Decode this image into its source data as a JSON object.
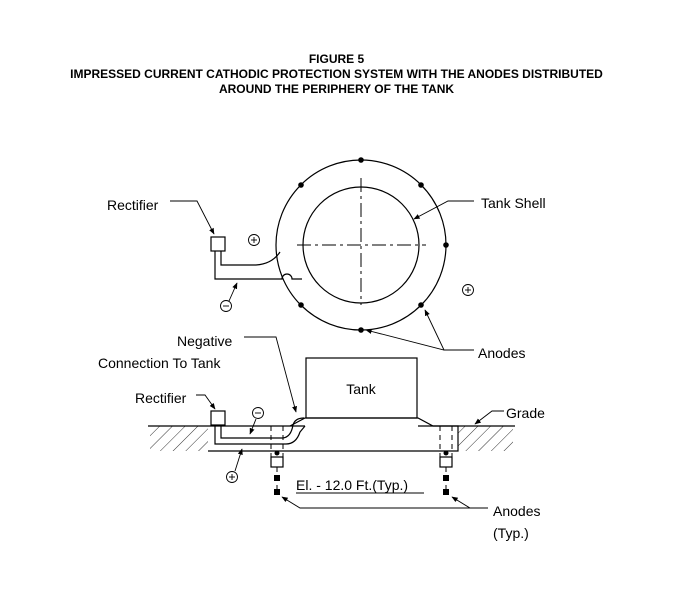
{
  "figure": {
    "number": "FIGURE 5",
    "title_line1": "IMPRESSED CURRENT CATHODIC PROTECTION SYSTEM WITH THE ANODES DISTRIBUTED",
    "title_line2": "AROUND THE PERIPHERY OF THE TANK"
  },
  "plan_view": {
    "rectifier_label": "Rectifier",
    "tank_shell_label": "Tank Shell",
    "anodes_label": "Anodes",
    "plus_symbol": "+",
    "minus_symbol": "-"
  },
  "elevation_view": {
    "negative_connection_line1": "Negative",
    "negative_connection_line2": "Connection To Tank",
    "rectifier_label": "Rectifier",
    "tank_label": "Tank",
    "grade_label": "Grade",
    "elevation_label": "El. - 12.0 Ft.(Typ.)",
    "anodes_line1": "Anodes",
    "anodes_line2": "(Typ.)",
    "plus_symbol": "+",
    "minus_symbol": "-"
  }
}
